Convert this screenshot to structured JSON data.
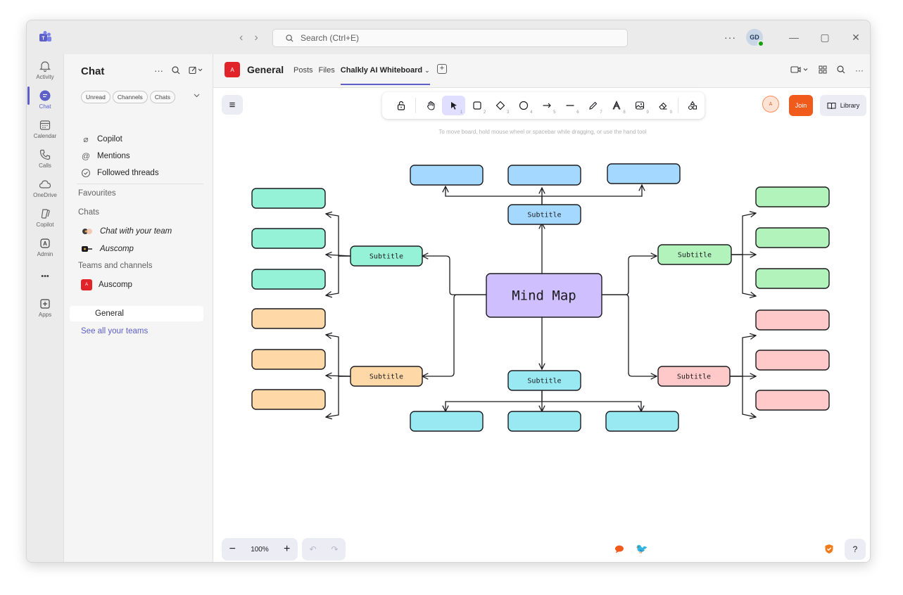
{
  "titlebar": {
    "search_placeholder": "Search (Ctrl+E)",
    "more": "···",
    "avatar_initials": "GD",
    "minimize": "—",
    "maximize": "▢",
    "close": "✕"
  },
  "rail": {
    "items": [
      {
        "label": "Activity",
        "icon": "bell-icon"
      },
      {
        "label": "Chat",
        "icon": "chat-icon"
      },
      {
        "label": "Calendar",
        "icon": "calendar-icon"
      },
      {
        "label": "Calls",
        "icon": "phone-icon"
      },
      {
        "label": "OneDrive",
        "icon": "cloud-icon"
      },
      {
        "label": "Copilot",
        "icon": "copilot-icon"
      },
      {
        "label": "Admin",
        "icon": "admin-icon"
      },
      {
        "label": "",
        "icon": "more-icon"
      },
      {
        "label": "Apps",
        "icon": "apps-icon"
      }
    ],
    "more_label": "•••"
  },
  "chatpane": {
    "title": "Chat",
    "filters": [
      "Unread",
      "Channels",
      "Chats"
    ],
    "quick": [
      "Copilot",
      "Mentions",
      "Followed threads"
    ],
    "favourites_label": "Favourites",
    "chats_label": "Chats",
    "chats": [
      "Chat with your team",
      "Auscomp"
    ],
    "teams_label": "Teams and channels",
    "team_name": "Auscomp",
    "team_badge": "A",
    "channel_name": "General",
    "see_all": "See all your teams"
  },
  "channel": {
    "badge": "A",
    "name": "General",
    "tabs": [
      "Posts",
      "Files"
    ],
    "active_tab": "Chalkly AI Whiteboard"
  },
  "whiteboard": {
    "hint": "To move board, hold mouse wheel or spacebar while dragging, or use the hand tool",
    "tools": [
      {
        "icon": "lock-icon",
        "num": ""
      },
      {
        "icon": "hand-icon",
        "num": ""
      },
      {
        "icon": "pointer-icon",
        "num": "1"
      },
      {
        "icon": "rectangle-icon",
        "num": "2"
      },
      {
        "icon": "diamond-icon",
        "num": "3"
      },
      {
        "icon": "ellipse-icon",
        "num": "4"
      },
      {
        "icon": "arrow-icon",
        "num": "5"
      },
      {
        "icon": "line-icon",
        "num": "6"
      },
      {
        "icon": "pencil-icon",
        "num": "7"
      },
      {
        "icon": "text-icon",
        "num": "8"
      },
      {
        "icon": "image-icon",
        "num": "9"
      },
      {
        "icon": "eraser-icon",
        "num": "0"
      },
      {
        "icon": "shapes-icon",
        "num": ""
      }
    ],
    "collab_initial": "A",
    "join_label": "Join",
    "library_label": "Library",
    "zoom": "100%",
    "center_label": "Mind Map",
    "subtitle_label": "Subtitle",
    "colors": {
      "purple": "#d0bfff",
      "blue": "#a5d8ff",
      "mint": "#96f2d7",
      "green": "#b2f2bb",
      "orange": "#ffd8a8",
      "red": "#ffc9c9",
      "cyan": "#99e9f2",
      "accent": "#5b5fc7",
      "join": "#f05a1a"
    }
  }
}
